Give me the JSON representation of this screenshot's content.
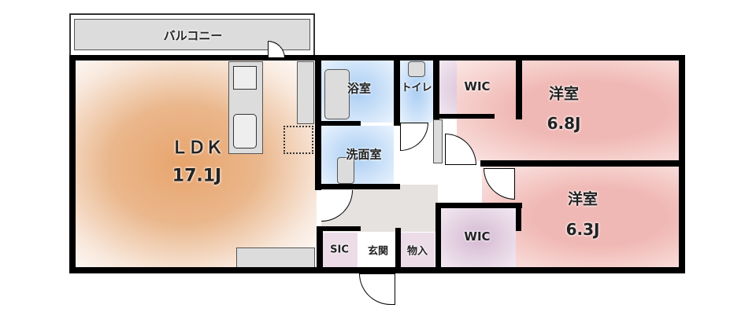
{
  "balcony": {
    "label": "バルコニー"
  },
  "rooms": [
    {
      "id": "ldk",
      "name": "ＬＤＫ",
      "size": "17.1J"
    },
    {
      "id": "bath",
      "name": "浴室"
    },
    {
      "id": "toilet",
      "name": "トイレ"
    },
    {
      "id": "washroom",
      "name": "洗面室"
    },
    {
      "id": "wic1",
      "name": "WIC"
    },
    {
      "id": "bedroom1",
      "name": "洋室",
      "size": "6.8J"
    },
    {
      "id": "bedroom2",
      "name": "洋室",
      "size": "6.3J"
    },
    {
      "id": "wic2",
      "name": "WIC"
    },
    {
      "id": "sic",
      "name": "SIC"
    },
    {
      "id": "entrance",
      "name": "玄関"
    },
    {
      "id": "storage",
      "name": "物入"
    }
  ],
  "colors": {
    "ldk": "#e8a878",
    "bedroom": "#f2c4c0",
    "wet": "#a9cdf3",
    "closet": "#d8c0d6",
    "hall": "#e4e0de"
  }
}
